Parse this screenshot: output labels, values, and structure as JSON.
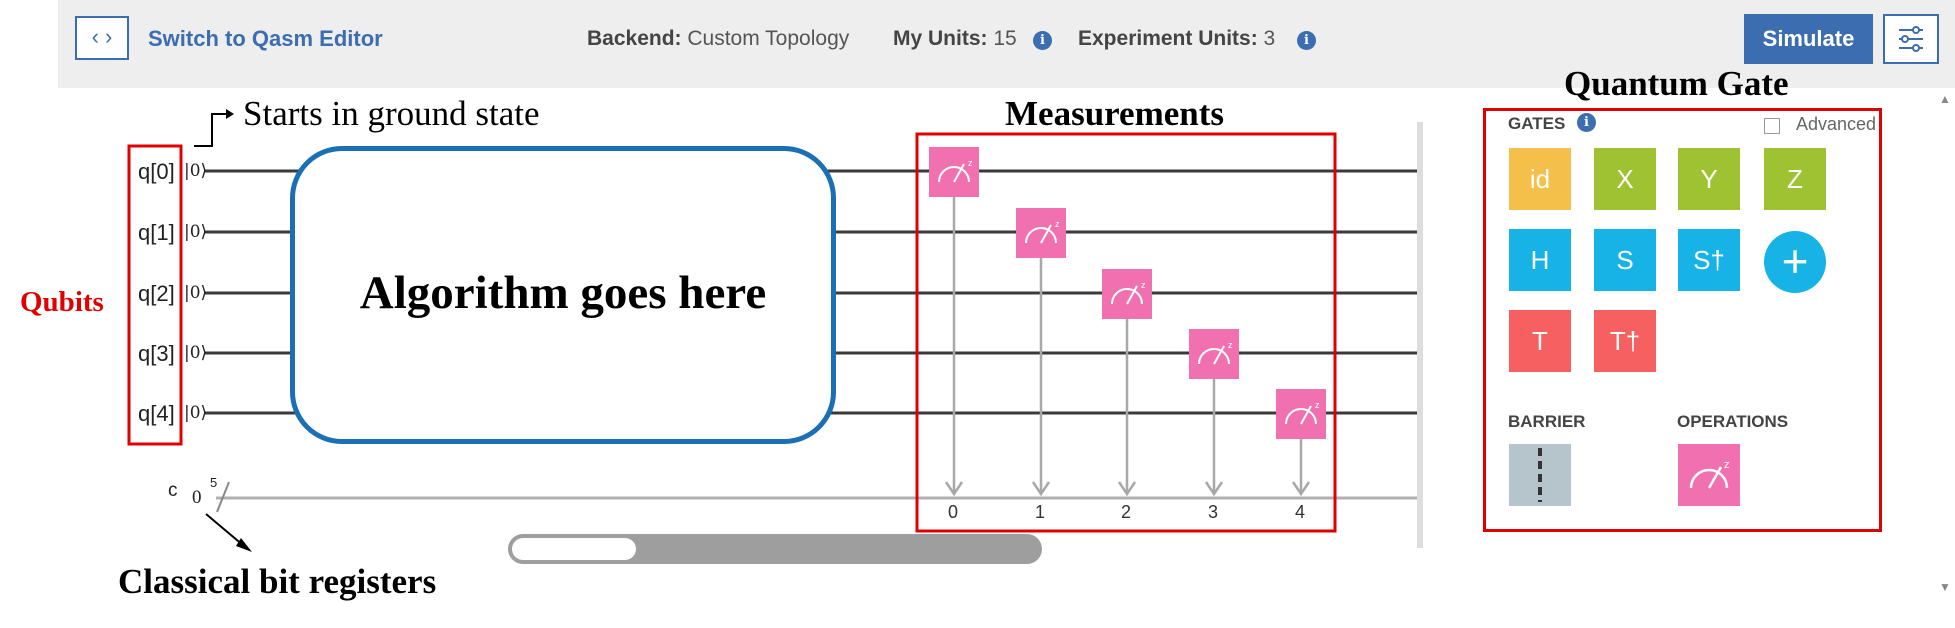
{
  "toolbar": {
    "code_icon": "code-brackets-icon",
    "qasm_label": "Switch to Qasm Editor",
    "backend_key": "Backend:",
    "backend_value": "Custom Topology",
    "my_units_key": "My Units:",
    "my_units_value": "15",
    "exp_units_key": "Experiment Units:",
    "exp_units_value": "3",
    "simulate_label": "Simulate",
    "settings_icon": "sliders-icon"
  },
  "annotations": {
    "ground_state": "Starts in ground state",
    "measurements": "Measurements",
    "quantum_gate": "Quantum Gate",
    "qubits": "Qubits",
    "classical": "Classical bit registers",
    "algorithm": "Algorithm goes here"
  },
  "circuit": {
    "qubits": [
      "q[0]",
      "q[1]",
      "q[2]",
      "q[3]",
      "q[4]"
    ],
    "initial_state": "|0⟩",
    "classical_register": "c",
    "classical_init": "0",
    "classical_width": "5",
    "bit_labels": [
      "0",
      "1",
      "2",
      "3",
      "4"
    ]
  },
  "palette": {
    "gates_title": "GATES",
    "advanced_label": "Advanced",
    "gates": [
      {
        "label": "id",
        "color": "#f5c04a"
      },
      {
        "label": "X",
        "color": "#9fc232"
      },
      {
        "label": "Y",
        "color": "#9fc232"
      },
      {
        "label": "Z",
        "color": "#9fc232"
      },
      {
        "label": "H",
        "color": "#17b3e6"
      },
      {
        "label": "S",
        "color": "#17b3e6"
      },
      {
        "label": "S†",
        "color": "#17b3e6"
      },
      {
        "label": "+",
        "color": "#17b3e6"
      },
      {
        "label": "T",
        "color": "#f66060"
      },
      {
        "label": "T†",
        "color": "#f66060"
      }
    ],
    "barrier_title": "BARRIER",
    "operations_title": "OPERATIONS"
  },
  "colors": {
    "accent": "#3b6db0",
    "measure": "#f171b0",
    "highlight": "#e00000",
    "algorithm_border": "#1a6fb5"
  }
}
